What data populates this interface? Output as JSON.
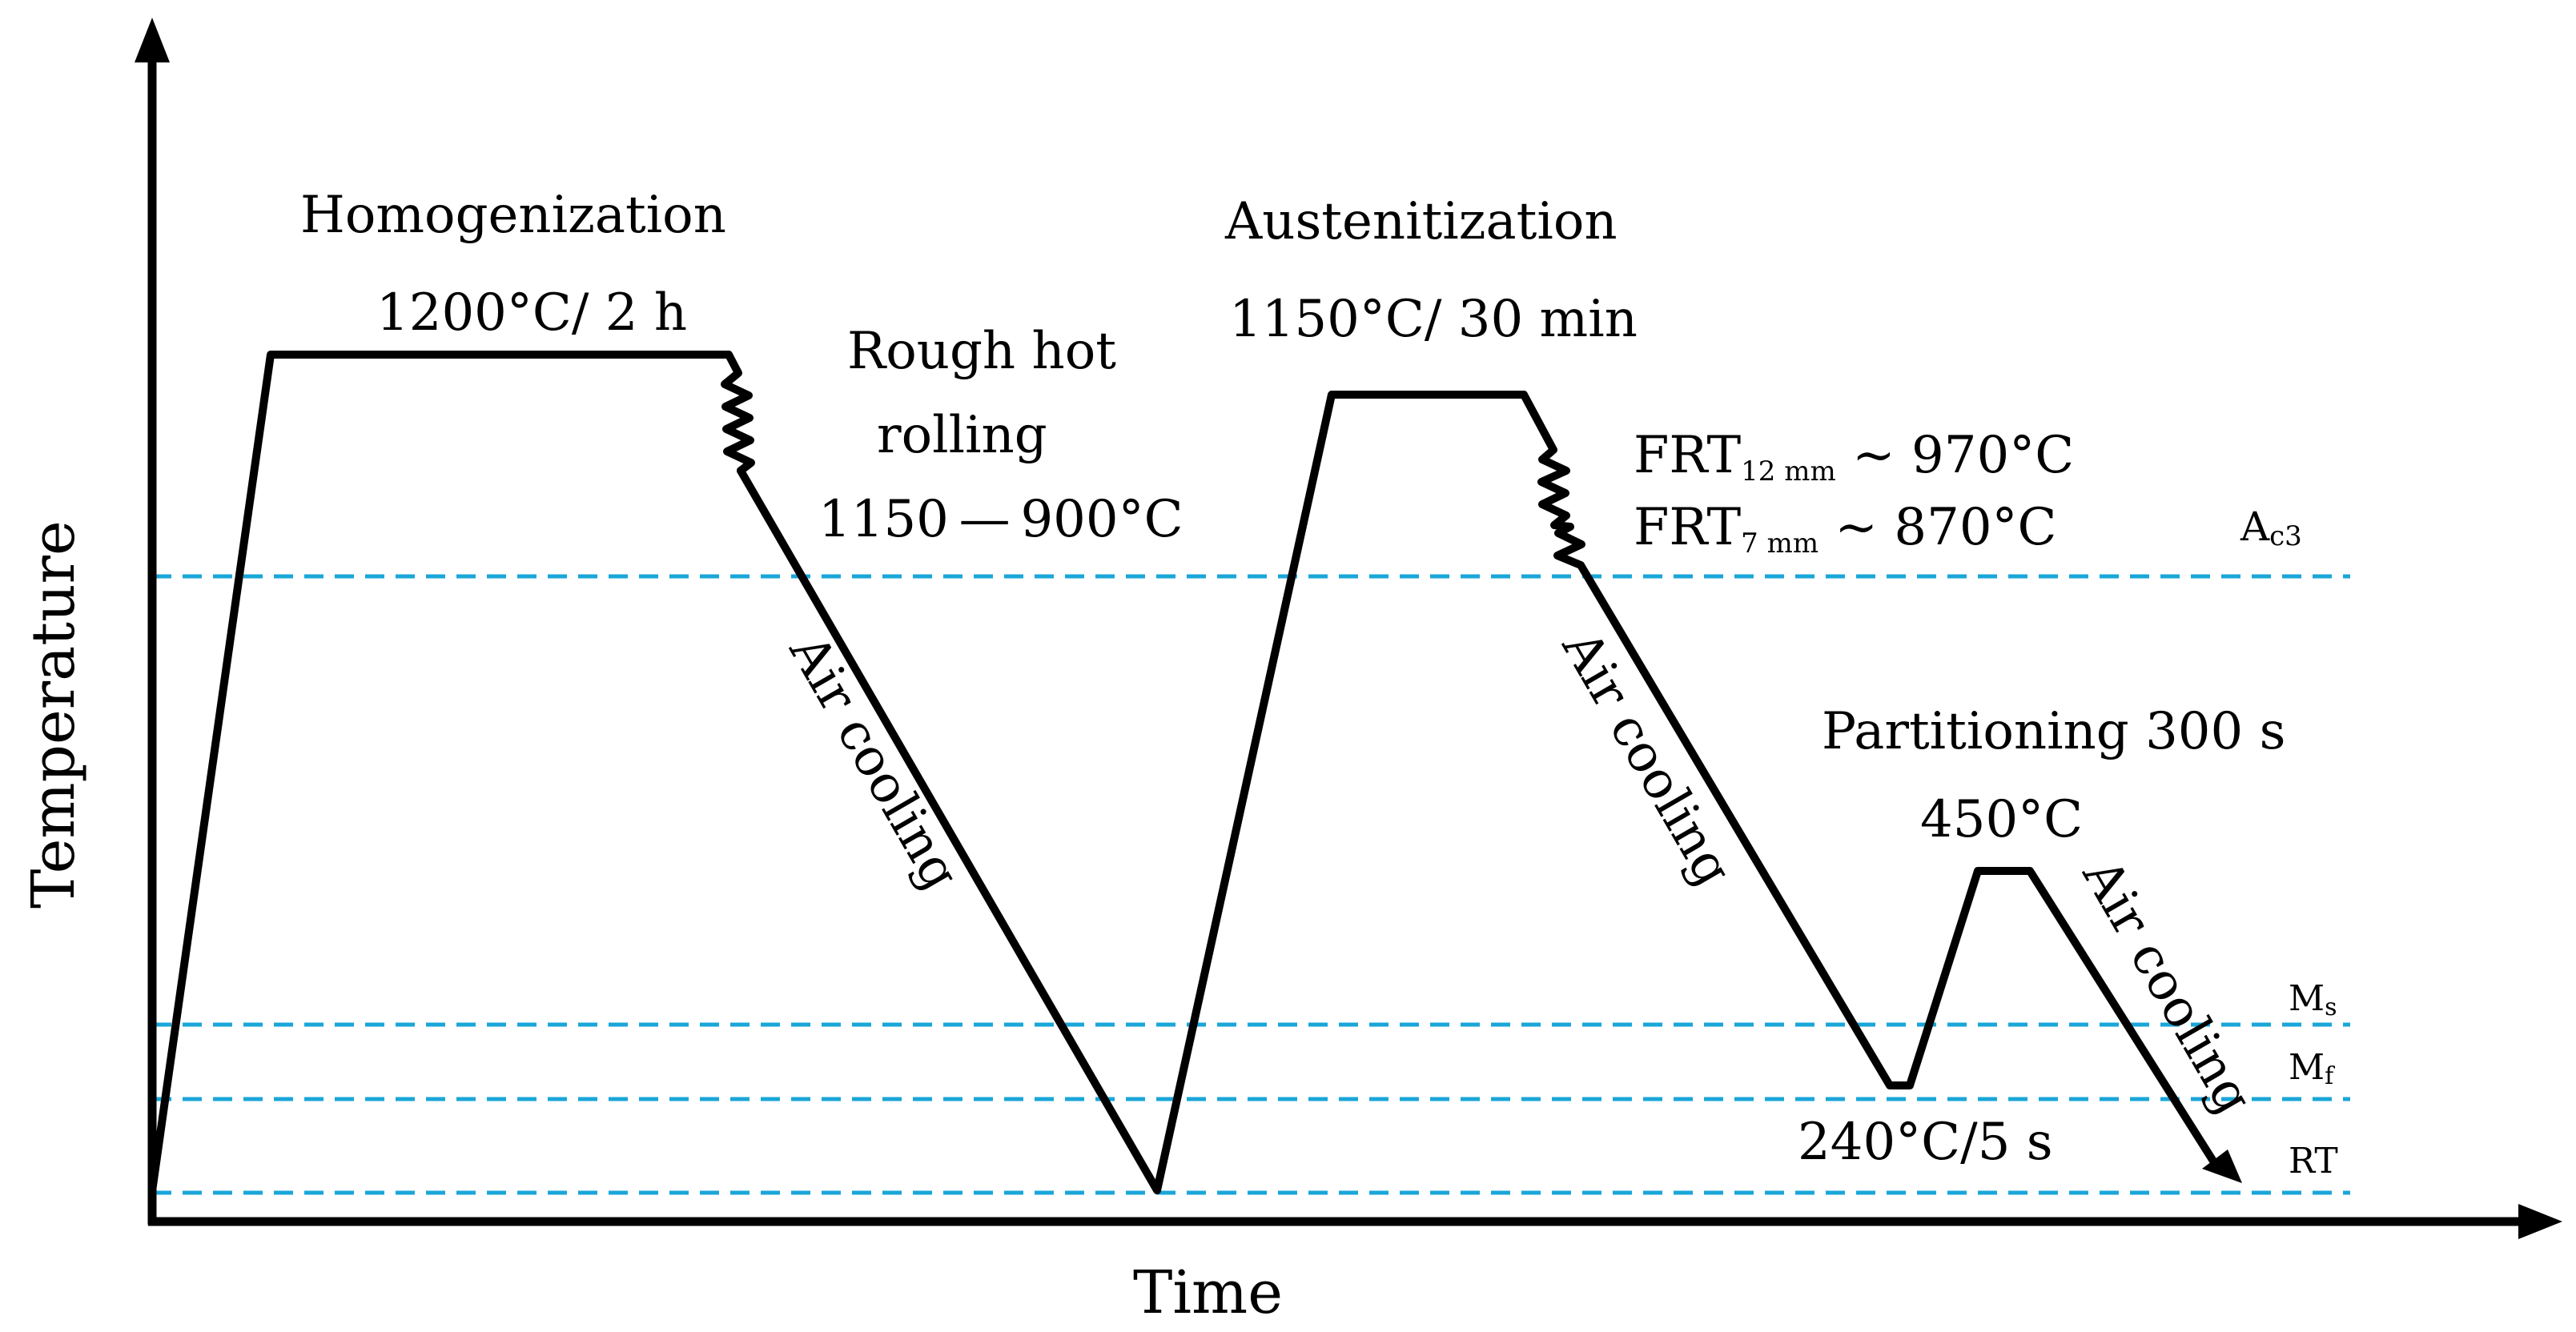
{
  "axes": {
    "x_label": "Time",
    "y_label": "Temperature"
  },
  "stages": {
    "homogenization": {
      "title": "Homogenization",
      "condition": "1200°C/ 2 h"
    },
    "rough_rolling": {
      "line1": "Rough hot",
      "line2": "rolling",
      "range": "1150 — 900°C"
    },
    "austenitization": {
      "title": "Austenitization",
      "condition": "1150°C/ 30 min"
    },
    "finish_rolling": {
      "frt_12": {
        "prefix": "FRT",
        "sub": "12 mm",
        "value": " ~ 970°C"
      },
      "frt_7": {
        "prefix": "FRT",
        "sub": "7 mm",
        "value": " ~ 870°C"
      }
    },
    "partitioning": {
      "title": "Partitioning 300 s",
      "temp": "450°C"
    },
    "quench": {
      "condition": "240°C/5 s"
    }
  },
  "cooling_labels": [
    "Air cooling",
    "Air cooling",
    "Air cooling"
  ],
  "reference_lines": {
    "ac3": {
      "base": "A",
      "sub": "c3"
    },
    "ms": {
      "base": "M",
      "sub": "s"
    },
    "mf": {
      "base": "M",
      "sub": "f"
    },
    "rt": {
      "label": "RT"
    }
  },
  "colors": {
    "profile": "#000000",
    "reference_dashed": "#1aa6d8"
  }
}
